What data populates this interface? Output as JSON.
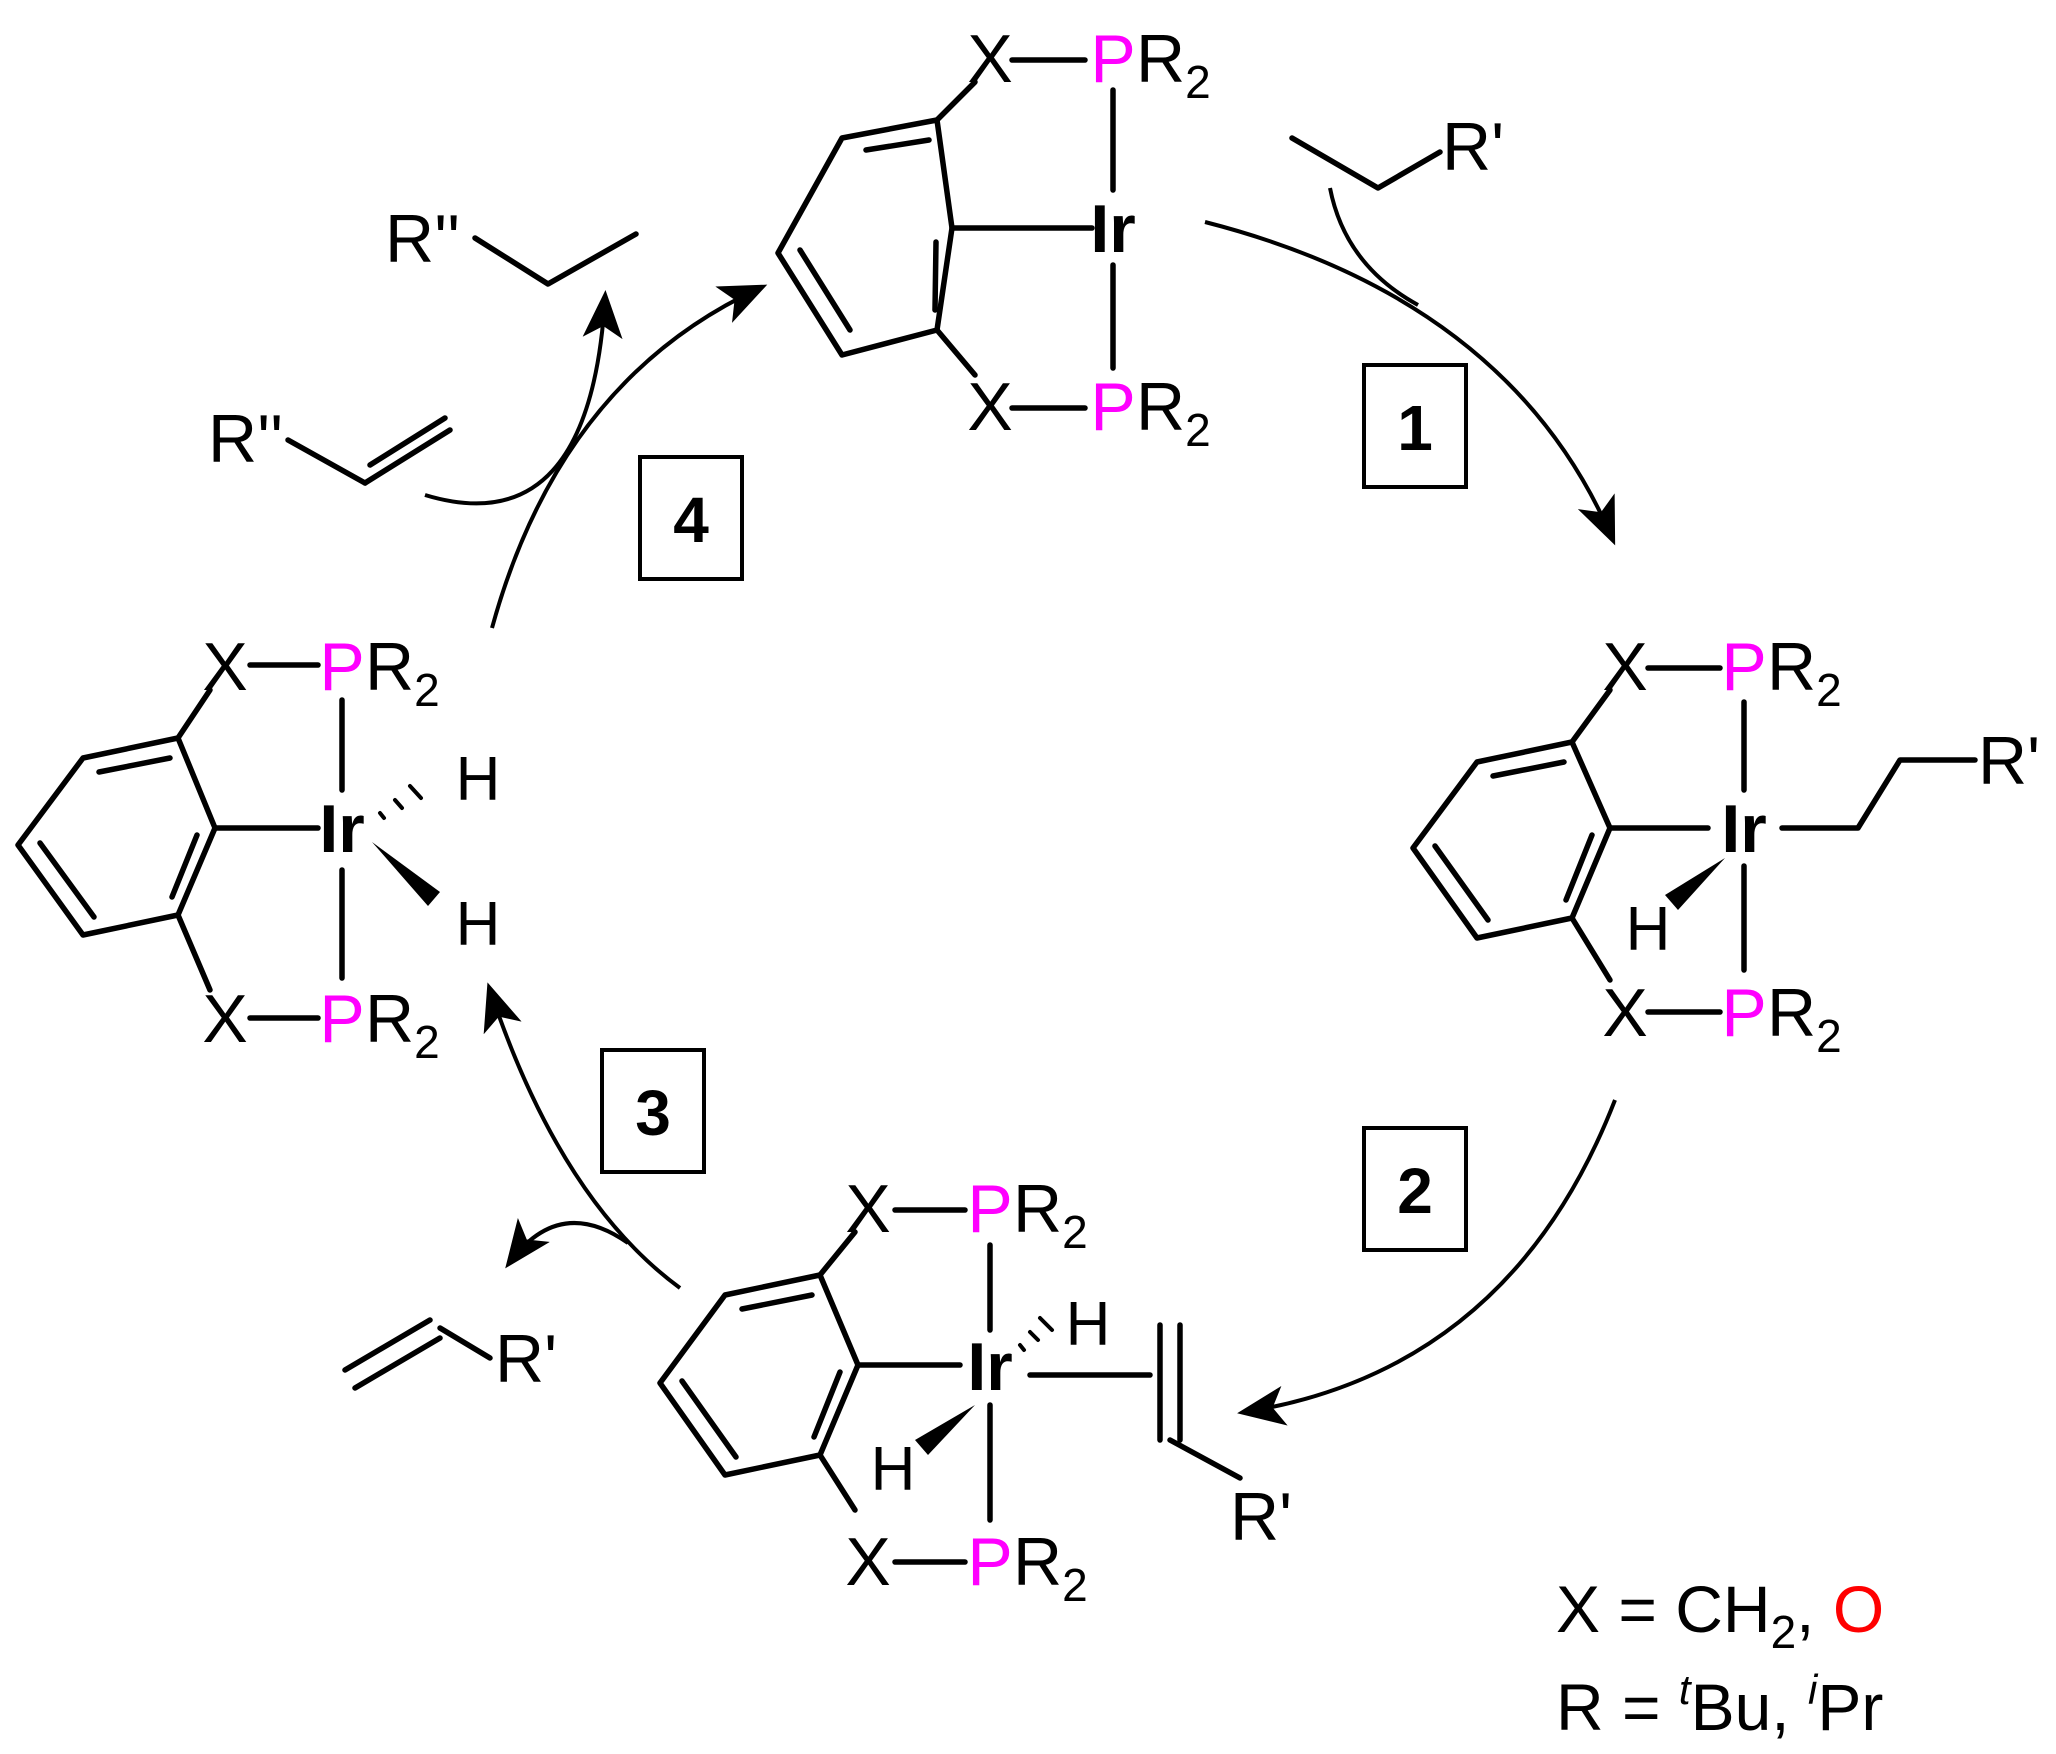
{
  "colors": {
    "phosphorus": "#ff00ff",
    "oxygen": "#ff0000",
    "ink": "#000000"
  },
  "labels": {
    "metal": "Ir",
    "x": "X",
    "p": "P",
    "r2_main": "R",
    "r2_sub": "2",
    "hydride": "H",
    "r_prime": "R'",
    "r_double_prime": "R''"
  },
  "steps": [
    "1",
    "2",
    "3",
    "4"
  ],
  "legend": {
    "line1_prefix": "X = CH",
    "line1_sub": "2",
    "line1_sep": ", ",
    "line1_highlight": "O",
    "line2_prefix": "R = ",
    "line2_tbu_sup": "t",
    "line2_tbu": "Bu, ",
    "line2_ipr_sup": "i",
    "line2_ipr": "Pr"
  }
}
